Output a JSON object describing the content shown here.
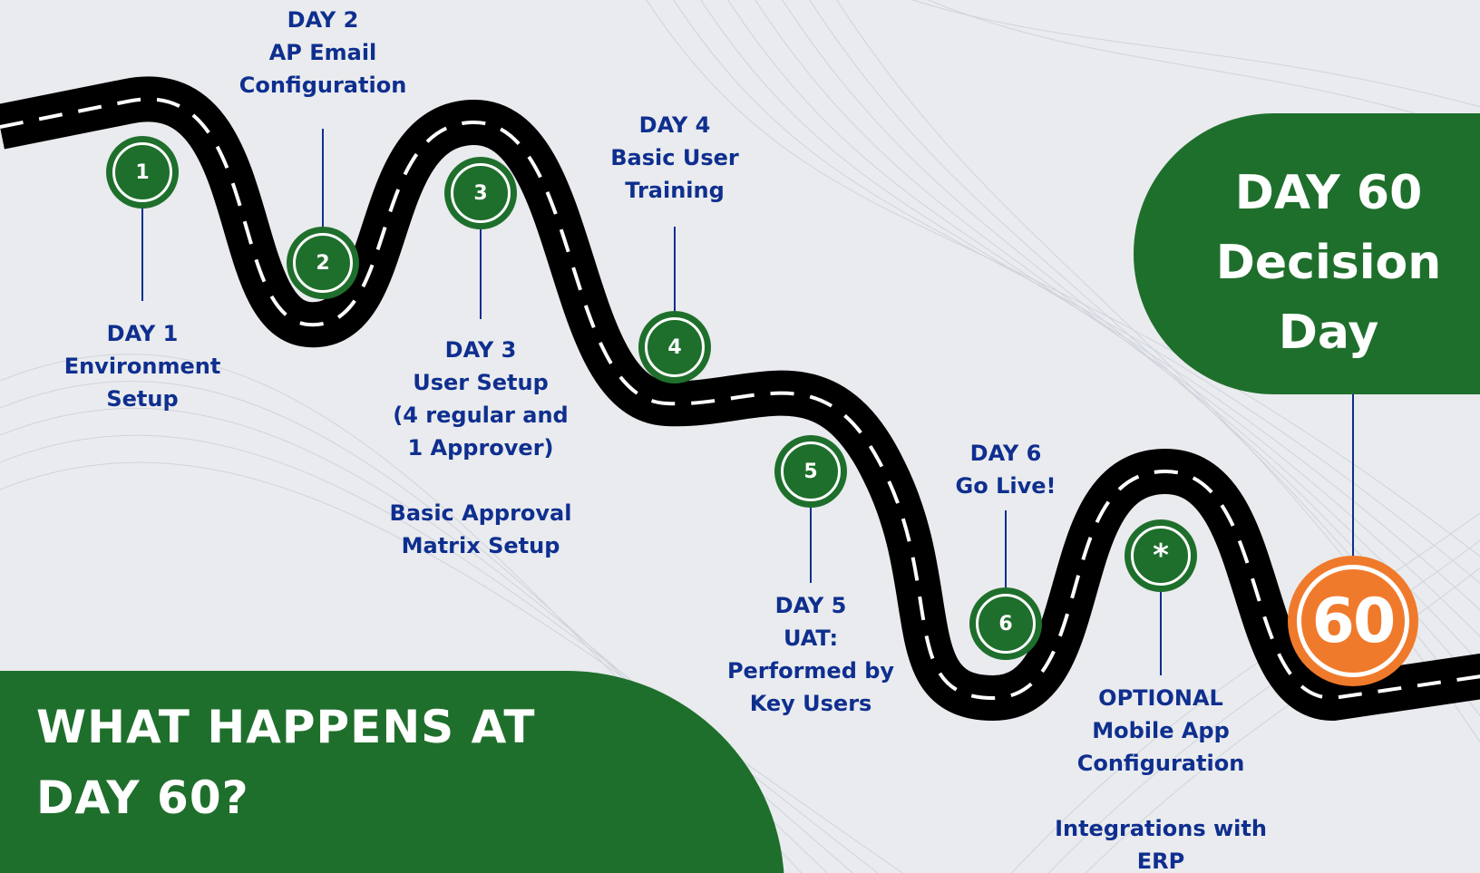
{
  "colors": {
    "green": "#1f6f2c",
    "orange": "#f07a2b",
    "navy": "#0f2f8f",
    "road": "#000000",
    "background": "#e9ebee"
  },
  "decision": {
    "line1": "DAY 60",
    "line2": "Decision",
    "line3": "Day"
  },
  "question": {
    "line1": "WHAT HAPPENS AT",
    "line2": "DAY 60?"
  },
  "steps": [
    {
      "marker": "1",
      "lines": [
        "DAY 1",
        "Environment",
        "Setup"
      ]
    },
    {
      "marker": "2",
      "lines": [
        "DAY 2",
        "AP Email",
        "Configuration"
      ]
    },
    {
      "marker": "3",
      "lines": [
        "DAY 3",
        "User Setup",
        "(4 regular and",
        "1 Approver)",
        "",
        "Basic Approval",
        "Matrix Setup"
      ]
    },
    {
      "marker": "4",
      "lines": [
        "DAY 4",
        "Basic User",
        "Training"
      ]
    },
    {
      "marker": "5",
      "lines": [
        "DAY 5",
        "UAT:",
        "Performed by",
        "Key Users"
      ]
    },
    {
      "marker": "6",
      "lines": [
        "DAY 6",
        "Go Live!"
      ]
    },
    {
      "marker": "*",
      "lines": [
        "OPTIONAL",
        "Mobile App",
        "Configuration",
        "",
        "Integrations with",
        "ERP"
      ]
    }
  ],
  "final_marker": "60"
}
